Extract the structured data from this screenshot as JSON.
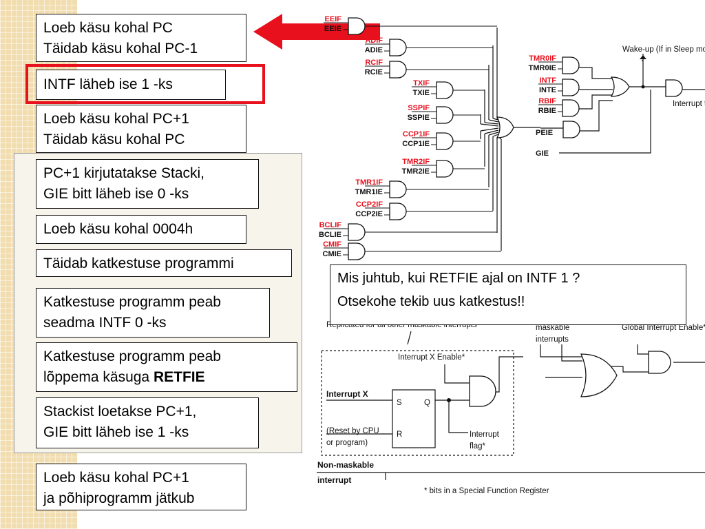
{
  "steps": [
    [
      "Loeb käsu kohal PC",
      "Täidab käsu kohal PC-1"
    ],
    [
      "INTF läheb ise 1 -ks"
    ],
    [
      "Loeb käsu kohal PC+1",
      "Täidab käsu kohal PC"
    ],
    [
      "PC+1 kirjutatakse Stacki,",
      "GIE bitt läheb ise 0 -ks"
    ],
    [
      "Loeb käsu kohal 0004h"
    ],
    [
      "Täidab katkestuse programmi"
    ],
    [
      "Katkestuse programm peab",
      "seadma INTF 0 -ks"
    ],
    [
      "Katkestuse programm peab",
      "lõppema käsuga "
    ],
    [
      "Stackist loetakse PC+1,",
      "GIE bitt läheb ise 1 -ks"
    ],
    [
      "Loeb käsu kohal PC+1",
      "ja põhiprogramm jätkub"
    ]
  ],
  "step8_bold": "RETFIE",
  "callout": {
    "question": "Mis juhtub, kui RETFIE ajal on INTF 1 ?",
    "answer": "Otsekohe tekib uus katkestus!!"
  },
  "top_diagram": {
    "peripheral_pairs": [
      [
        "EEIF",
        "EEIE"
      ],
      [
        "ADIF",
        "ADIE"
      ],
      [
        "RCIF",
        "RCIE"
      ],
      [
        "TXIF",
        "TXIE"
      ],
      [
        "SSPIF",
        "SSPIE"
      ],
      [
        "CCP1IF",
        "CCP1IE"
      ],
      [
        "TMR2IF",
        "TMR2IE"
      ],
      [
        "TMR1IF",
        "TMR1IE"
      ],
      [
        "CCP2IF",
        "CCP2IE"
      ],
      [
        "BCLIF",
        "BCLIE"
      ],
      [
        "CMIF",
        "CMIE"
      ]
    ],
    "core_pairs": [
      [
        "TMR0IF",
        "TMR0IE"
      ],
      [
        "INTF",
        "INTE"
      ],
      [
        "RBIF",
        "RBIE"
      ]
    ],
    "peie": "PEIE",
    "gie": "GIE",
    "wakeup": "Wake-up (If in Sleep mode)",
    "interrupt_out": "Interrupt to CPU"
  },
  "bottom_diagram": {
    "replicated": "Replicated for all other maskable interrupts",
    "maskable": [
      "maskable",
      "interrupts"
    ],
    "global_enable": "Global Interrupt Enable*",
    "x_enable": "Interrupt X Enable*",
    "interrupt_x": "Interrupt X",
    "s": "S",
    "q": "Q",
    "r": "R",
    "reset": [
      "(Reset by CPU",
      "or program)"
    ],
    "flag": [
      "Interrupt",
      "flag*"
    ],
    "nonmaskable": [
      "Non-maskable",
      "interrupt"
    ],
    "footnote": "* bits in a Special Function Register"
  },
  "colors": {
    "highlight": "#e8101d",
    "arrow": "#e8101d",
    "flag_label": "#e8101d"
  }
}
